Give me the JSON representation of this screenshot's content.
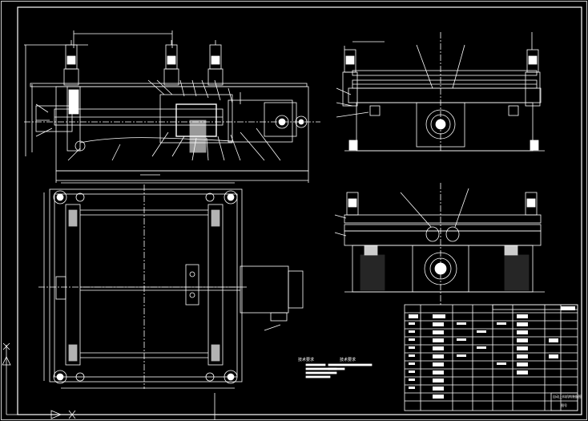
{
  "drawing": {
    "background": "#000000",
    "line_color": "#ffffff",
    "accent_color": "#e6e6e6"
  },
  "notes": {
    "left_heading": "技术要求",
    "right_heading": "技术要求"
  },
  "title_block": {
    "title": "自动上料机构装配图",
    "sheet": "图号"
  },
  "icons": [
    "x-axis-arrow-icon",
    "y-axis-arrow-icon"
  ]
}
